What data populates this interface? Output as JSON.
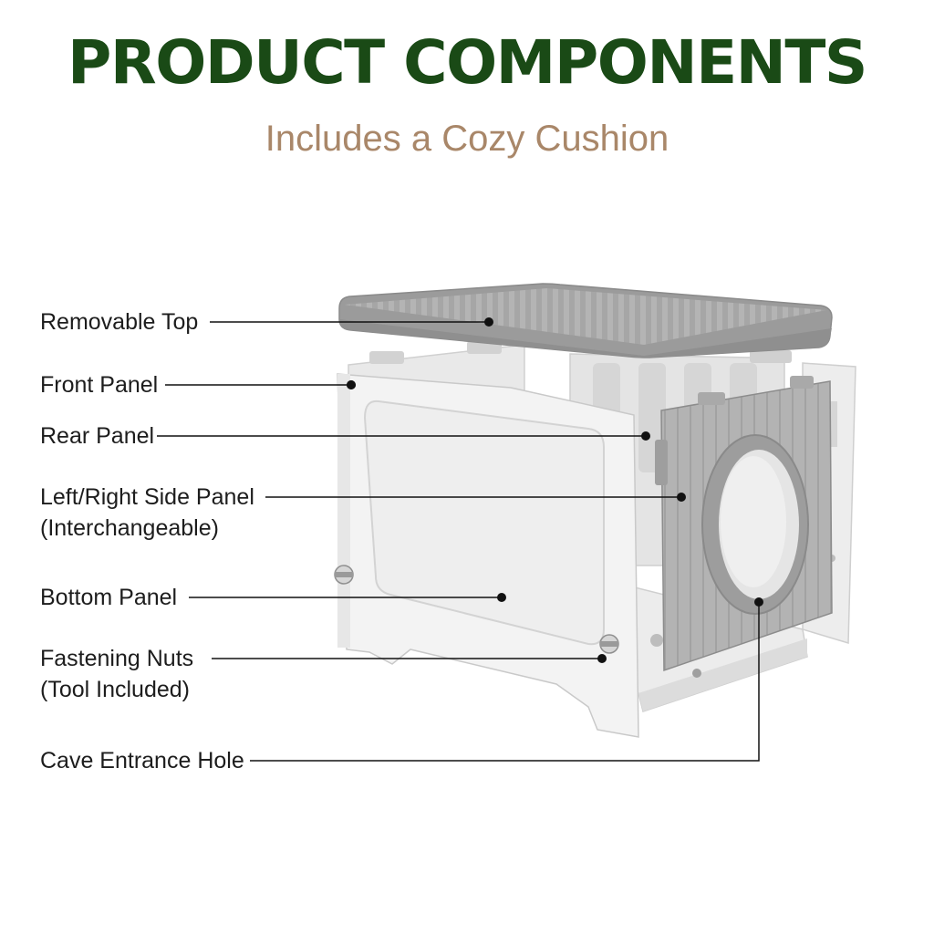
{
  "header": {
    "title": "PRODUCT COMPONENTS",
    "subtitle": "Includes a Cozy Cushion"
  },
  "callouts": {
    "removable_top": "Removable Top",
    "front_panel": "Front Panel",
    "rear_panel": "Rear Panel",
    "side_panel": "Left/Right Side Panel",
    "side_panel_note": "(Interchangeable)",
    "bottom_panel": "Bottom Panel",
    "fastening_nuts": "Fastening Nuts",
    "fastening_nuts_note": "(Tool Included)",
    "entrance_hole": "Cave Entrance Hole"
  },
  "colors": {
    "title": "#1a4a16",
    "subtitle": "#a98769",
    "panel_light": "#f1f1f1",
    "panel_mid": "#dcdcdc",
    "panel_dark": "#9c9c9c",
    "leader_line": "#111111"
  }
}
